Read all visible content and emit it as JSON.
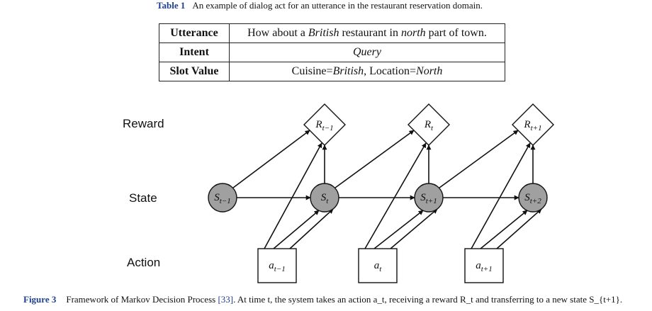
{
  "table_caption": {
    "label": "Table 1",
    "text": "An example of dialog act for an utterance in the restaurant reservation domain."
  },
  "table": {
    "rows": [
      {
        "key": "Utterance",
        "parts": [
          {
            "t": "How about a ",
            "i": false
          },
          {
            "t": "British",
            "i": true
          },
          {
            "t": " restaurant in ",
            "i": false
          },
          {
            "t": "north",
            "i": true
          },
          {
            "t": " part of town.",
            "i": false
          }
        ]
      },
      {
        "key": "Intent",
        "parts": [
          {
            "t": "Query",
            "i": true
          }
        ]
      },
      {
        "key": "Slot Value",
        "parts": [
          {
            "t": "Cuisine=",
            "i": false
          },
          {
            "t": "British",
            "i": true
          },
          {
            "t": ", Location=",
            "i": false
          },
          {
            "t": "North",
            "i": true
          }
        ]
      }
    ]
  },
  "diagram": {
    "row_labels": {
      "reward": "Reward",
      "state": "State",
      "action": "Action"
    },
    "states": [
      {
        "base": "S",
        "sub": "t−1"
      },
      {
        "base": "S",
        "sub": "t"
      },
      {
        "base": "S",
        "sub": "t+1"
      },
      {
        "base": "S",
        "sub": "t+2"
      }
    ],
    "rewards": [
      {
        "base": "R",
        "sub": "t−1"
      },
      {
        "base": "R",
        "sub": "t"
      },
      {
        "base": "R",
        "sub": "t+1"
      }
    ],
    "actions": [
      {
        "base": "a",
        "sub": "t−1"
      },
      {
        "base": "a",
        "sub": "t"
      },
      {
        "base": "a",
        "sub": "t+1"
      }
    ],
    "colors": {
      "state_fill": "#a0a0a0",
      "stroke": "#111111"
    }
  },
  "figure_caption": {
    "label": "Figure 3",
    "text_a": "Framework of Markov Decision Process ",
    "ref": "[33]",
    "text_b": ". At time t, the system takes an action a_t, receiving a reward R_t and transferring to a new state S_{t+1}."
  }
}
